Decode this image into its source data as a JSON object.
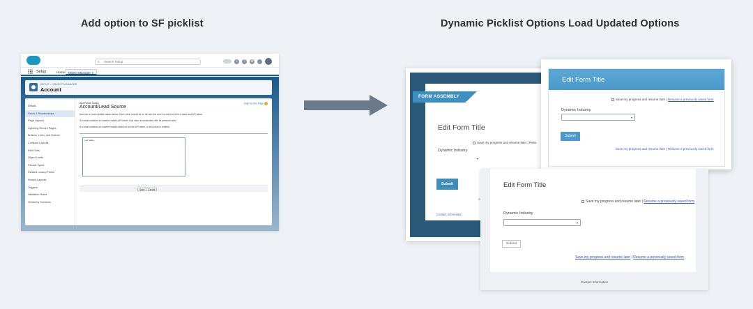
{
  "headings": {
    "left": "Add option to SF picklist",
    "right": "Dynamic Picklist Options Load Updated Options"
  },
  "salesforce": {
    "search_placeholder": "Search Setup",
    "app_name": "Setup",
    "tabs": [
      "Home",
      "Object Manager ∨"
    ],
    "breadcrumb": "SETUP > OBJECT MANAGER",
    "object_title": "Account",
    "sidebar": [
      "Details",
      "Fields & Relationships",
      "Page Layouts",
      "Lightning Record Pages",
      "Buttons, Links, and Actions",
      "Compact Layouts",
      "Field Sets",
      "Object Limits",
      "Record Types",
      "Related Lookup Filters",
      "Search Layouts",
      "Triggers",
      "Validation Rules",
      "Hierarchy Solutions"
    ],
    "sidebar_active_index": 1,
    "help_link": "Help for this Page",
    "subtitle": "Add Picklist Values",
    "page_title": "Account/Lead Source",
    "para1": "Add one or more picklist values below. Each value should be on its own line and it is used for both a value and API name.",
    "para2": "If a value matches an inactive value's API name, that value is reactivated with its previous label.",
    "para3": "If a value matches an inactive value's label but not the API name, a new value is created.",
    "textarea_value": "Law Value",
    "save_label": "Save",
    "cancel_label": "Cancel"
  },
  "form_assembly": {
    "banner": "FORM ASSEMBLY",
    "title": "Edit Form Title",
    "checkbox_text": "Save my progress and resume later | Resu",
    "field_label": "Dynamic Industry",
    "select_edge": "▾",
    "submit_label": "Submit",
    "s_fragment": "S",
    "contact": "Contact Information"
  },
  "form_top": {
    "title": "Edit Form Title",
    "checkbox_text": "Save my progress and resume later |",
    "resume_link": "Resume a previously saved form",
    "field_label": "Dynamic Industry",
    "submit_label": "Submit",
    "bottom_save": "Save my progress and resume later",
    "bottom_sep": " | ",
    "bottom_resume": "Resume a previously saved form"
  },
  "form_bottom": {
    "title": "Edit Form Title",
    "checkbox_text": "Save my progress and resume later |",
    "resume_link": "Resume a previously saved form",
    "field_label": "Dynamic Industry",
    "submit_label": "Submit",
    "bottom_save": "Save my progress and resume later",
    "bottom_sep": " | ",
    "bottom_resume": "Resume a previously saved form",
    "contact": "Contact Information"
  }
}
